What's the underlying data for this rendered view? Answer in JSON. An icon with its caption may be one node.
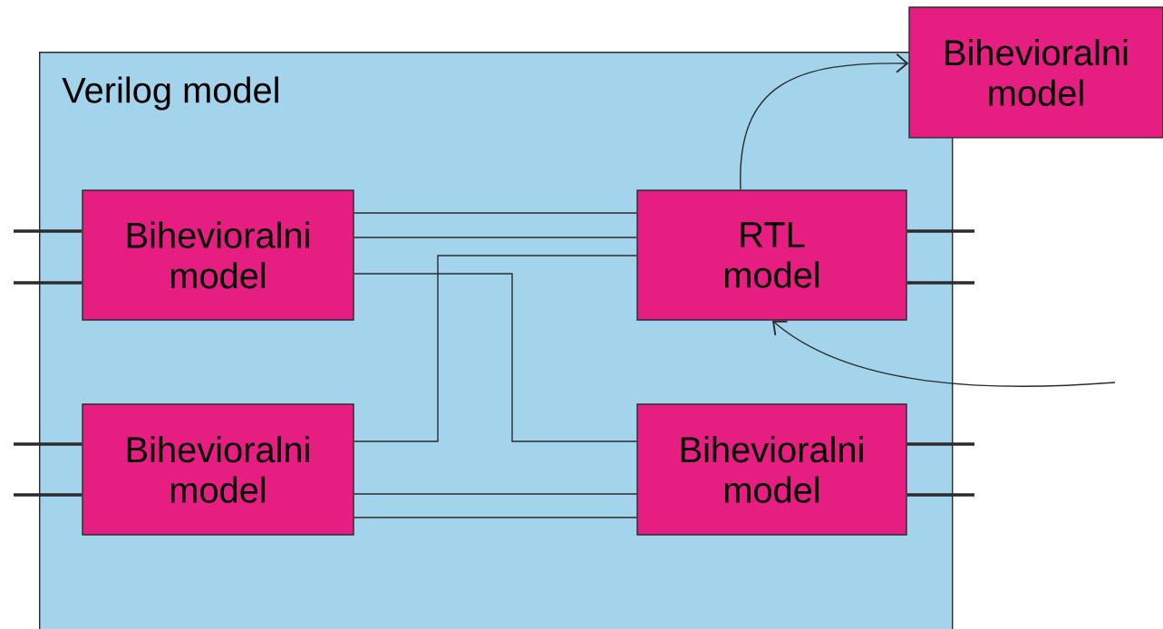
{
  "diagram": {
    "nodes": [
      {
        "text": [
          "Verilog model"
        ]
      },
      {
        "text": [
          "Bihevioralni model"
        ],
        "in": 0
      },
      {
        "text": [
          "RTL model"
        ],
        "in": 0
      },
      {
        "text": [
          "Bihevioralni model"
        ],
        "in": 0
      },
      {
        "text": [
          "Bihevioralni model"
        ],
        "in": 0
      },
      {
        "text": [
          "Bihevioralni model"
        ]
      }
    ],
    "edges": [
      {
        "from": 1,
        "to": 2,
        "arrow": "none"
      },
      {
        "from": 1,
        "to": 2,
        "arrow": "none"
      },
      {
        "from": 3,
        "to": 2,
        "arrow": "none"
      },
      {
        "from": 1,
        "to": 4,
        "arrow": "none"
      },
      {
        "from": 3,
        "to": 4,
        "arrow": "none"
      },
      {
        "from": 3,
        "to": 4,
        "arrow": "none"
      },
      {
        "from": 2,
        "to": 5,
        "arrow": "to"
      },
      {
        "from": null,
        "to": 2,
        "arrow": "to"
      },
      {
        "from": null,
        "to": 1,
        "arrow": "none",
        "style": "thick"
      },
      {
        "from": null,
        "to": 1,
        "arrow": "none",
        "style": "thick"
      },
      {
        "from": null,
        "to": 3,
        "arrow": "none",
        "style": "thick"
      },
      {
        "from": null,
        "to": 3,
        "arrow": "none",
        "style": "thick"
      },
      {
        "from": null,
        "to": 2,
        "arrow": "none",
        "style": "thick"
      },
      {
        "from": null,
        "to": 2,
        "arrow": "none",
        "style": "thick"
      },
      {
        "from": null,
        "to": 4,
        "arrow": "none",
        "style": "thick"
      },
      {
        "from": null,
        "to": 4,
        "arrow": "none",
        "style": "thick"
      }
    ]
  }
}
